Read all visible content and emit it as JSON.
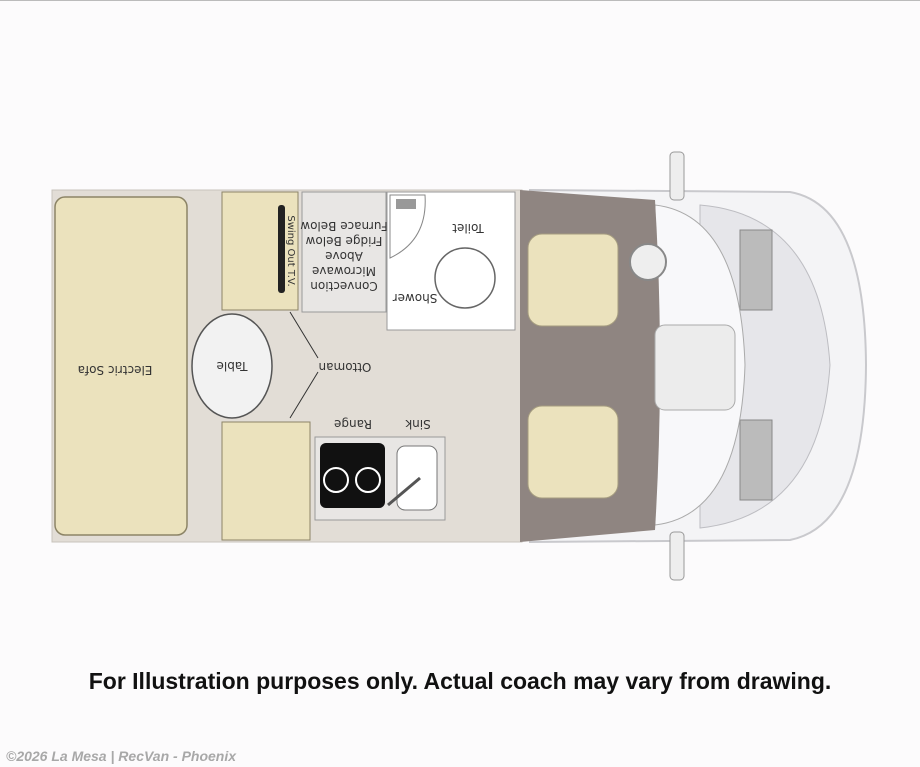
{
  "floorplan": {
    "labels": {
      "sofa": "Electric Sofa",
      "table": "Table",
      "ottoman": "Ottoman",
      "tv": "Swing Out T.V.",
      "microwave": [
        "Convection",
        "Microwave",
        "Above",
        "Fridge Below",
        "Furnace Below"
      ],
      "toilet": "Toilet",
      "shower": "Shower",
      "range": "Range",
      "sink": "Sink"
    },
    "colors": {
      "floor": "#e2ddd6",
      "cab_floor": "#8f8581",
      "furniture": "#ebe2bd",
      "van_outline": "#cfcfd2"
    }
  },
  "caption": "For Illustration purposes only.  Actual coach may vary from drawing.",
  "copyright": "©2026 La Mesa | RecVan - Phoenix"
}
